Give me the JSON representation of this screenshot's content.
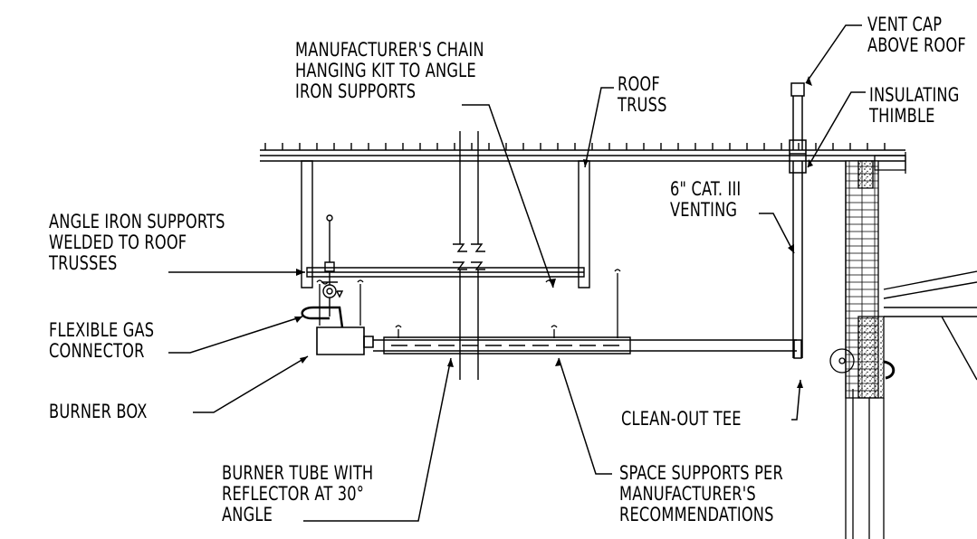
{
  "labels": {
    "vent_cap": [
      "VENT CAP",
      "ABOVE ROOF"
    ],
    "chain_kit": [
      "MANUFACTURER'S CHAIN",
      "HANGING KIT TO ANGLE",
      "IRON SUPPORTS"
    ],
    "roof_truss": [
      "ROOF",
      "TRUSS"
    ],
    "insulating_thimble": [
      "INSULATING",
      "THIMBLE"
    ],
    "cat_iii_venting": [
      "6\" CAT. III",
      "VENTING"
    ],
    "angle_iron": [
      "ANGLE IRON SUPPORTS",
      "WELDED TO ROOF",
      "TRUSSES"
    ],
    "flex_gas": [
      "FLEXIBLE GAS",
      "CONNECTOR"
    ],
    "burner_box": [
      "BURNER BOX"
    ],
    "clean_out_tee": [
      "CLEAN-OUT TEE"
    ],
    "burner_tube": [
      "BURNER TUBE WITH",
      "REFLECTOR AT 30°",
      "ANGLE"
    ],
    "space_supports": [
      "SPACE SUPPORTS PER",
      "MANUFACTURER'S",
      "RECOMMENDATIONS"
    ]
  }
}
